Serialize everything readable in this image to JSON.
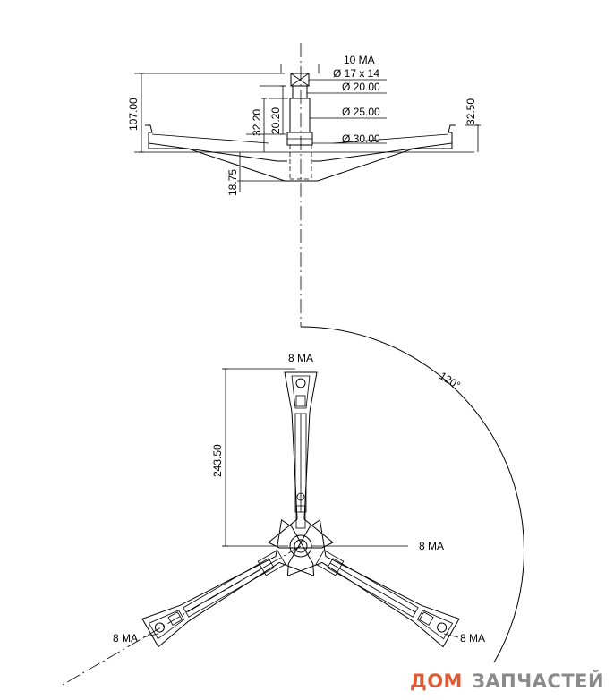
{
  "top_view": {
    "thread_label": "10 MA",
    "square_label": "Ø 17 x 14",
    "d20_label": "Ø 20.00",
    "d25_label": "Ø 25.00",
    "d30_label": "Ø 30.00",
    "height_total": "107.00",
    "height_a": "32.20",
    "height_b": "20.20",
    "height_right": "32.50",
    "depth_label": "18.75"
  },
  "plan_view": {
    "arm_length": "243.50",
    "angle_label": "120°",
    "top_hole_label": "8 MA",
    "center_label": "8 MA",
    "left_hole_label": "8 MA",
    "right_hole_label": "8 MA"
  },
  "watermark": {
    "word1": "ДОМ",
    "word2": "ЗАПЧАСТЕЙ",
    "color1": "#e05a33",
    "color2": "#8a8a8a"
  }
}
